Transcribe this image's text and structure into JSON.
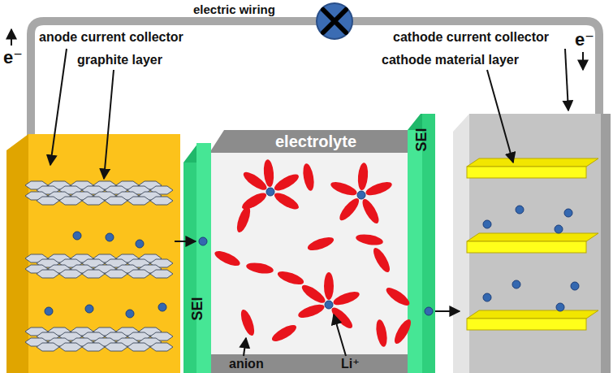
{
  "diagram": {
    "nodes": [
      {
        "text": [
          "electrolyte"
        ]
      },
      {
        "text": [
          "SEI"
        ]
      },
      {
        "text": [
          "SEI"
        ]
      }
    ],
    "labels": [
      "electric wiring",
      "e⁻",
      "anode current collector",
      "graphite layer",
      "e⁻",
      "cathode current collector",
      "cathode material layer",
      "anion",
      "Li⁺"
    ]
  }
}
